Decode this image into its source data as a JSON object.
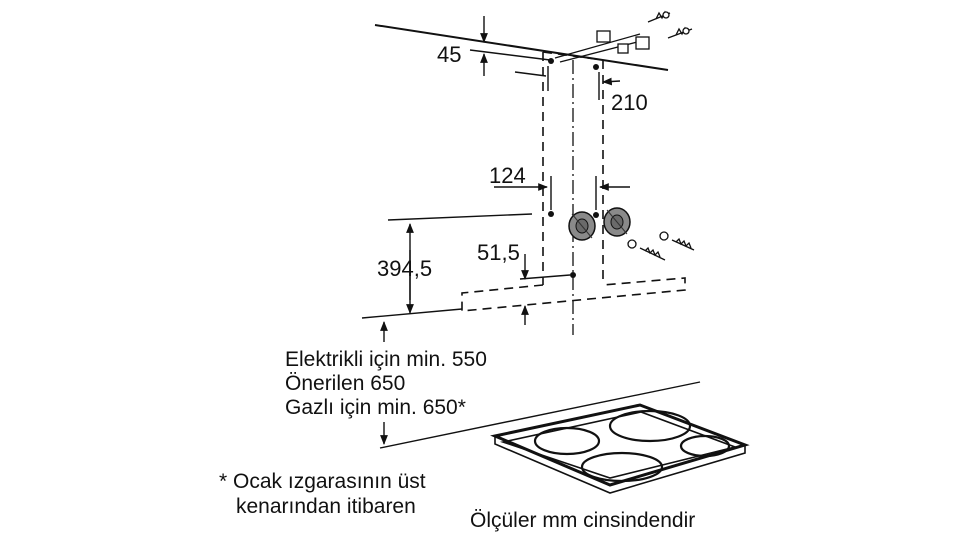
{
  "dimensions": {
    "top_offset": "45",
    "bracket_spacing": "210",
    "screw_spacing": "124",
    "lower_offset": "51,5",
    "hood_height": "394,5"
  },
  "clearance_notes": {
    "electric": "Elektrikli için min. 550",
    "recommended": "Önerilen 650",
    "gas": "Gazlı için min. 650*"
  },
  "footnote": {
    "line1": "* Ocak ızgarasının üst",
    "line2": "kenarından itibaren"
  },
  "units_note": "Ölçüler mm cinsindendir",
  "colors": {
    "line": "#111111",
    "plug": "#8a8a8a",
    "background": "#ffffff"
  }
}
